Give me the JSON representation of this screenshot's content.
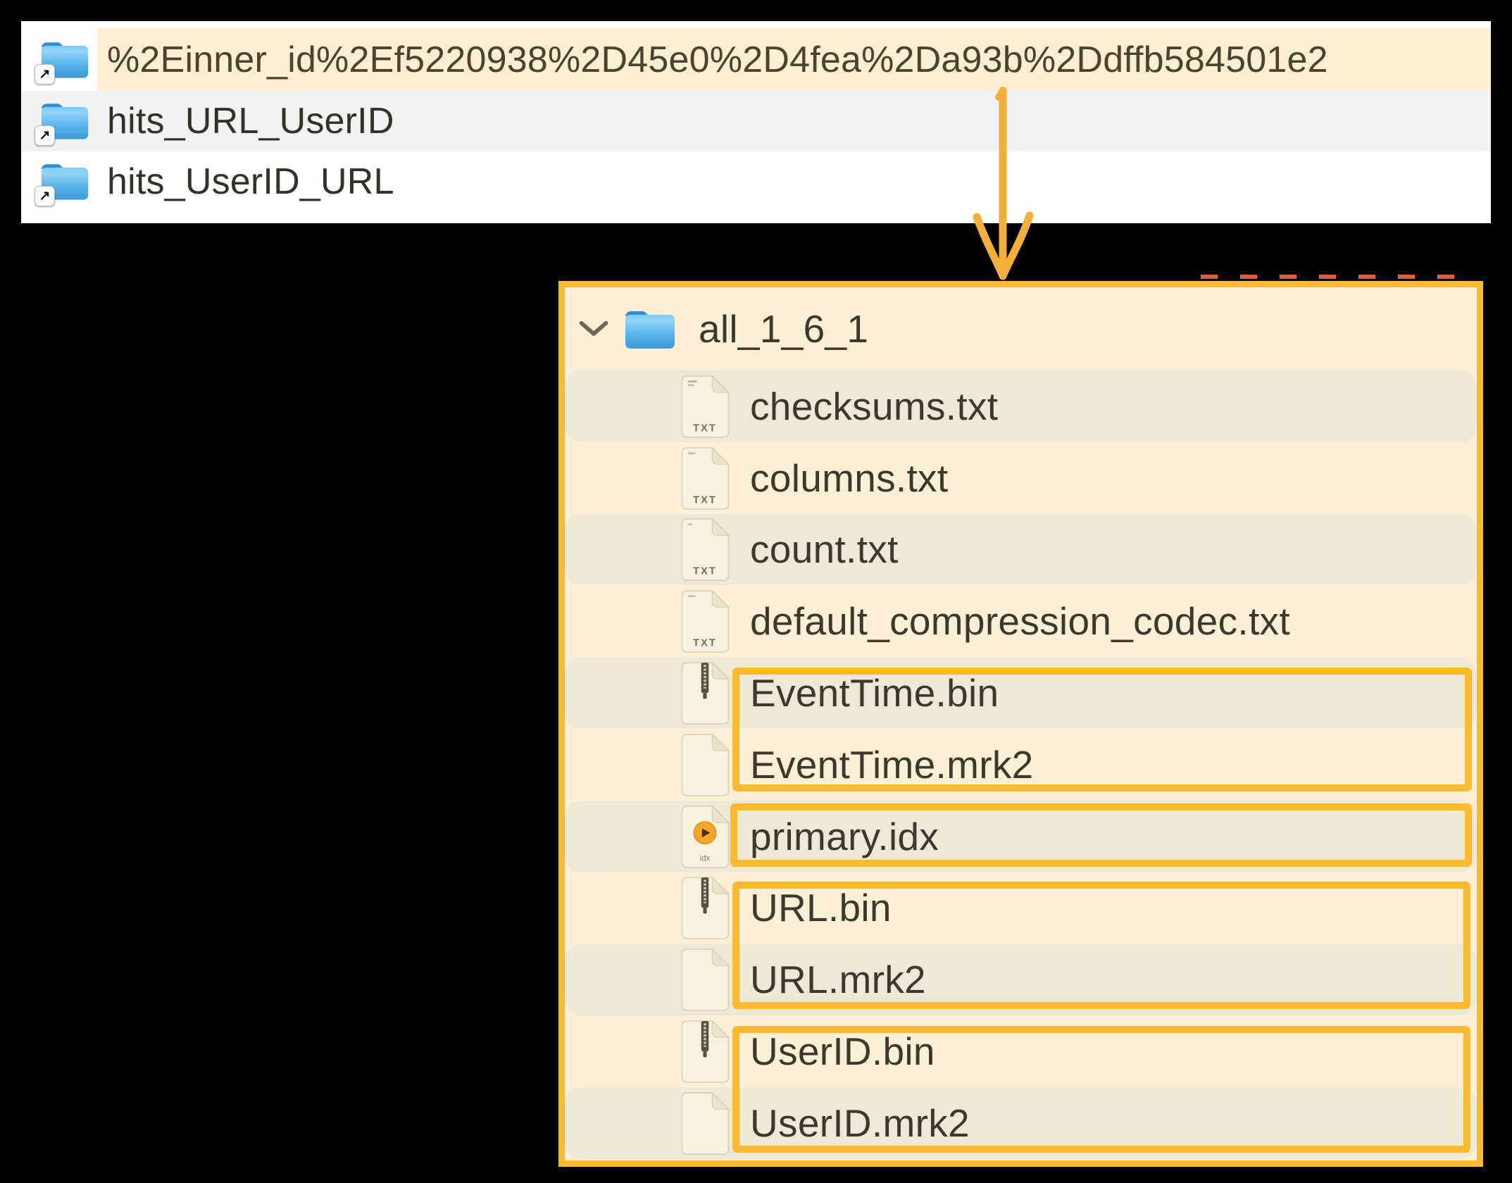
{
  "finder_list": {
    "rows": [
      {
        "name": "%2Einner_id%2Ef5220938%2D45e0%2D4fea%2Da93b%2Ddffb584501e2",
        "highlighted": true
      },
      {
        "name": "hits_URL_UserID",
        "highlighted": false
      },
      {
        "name": "hits_UserID_URL",
        "highlighted": false
      }
    ]
  },
  "part_tree": {
    "root_label": "all_1_6_1",
    "root_expanded": true,
    "files": [
      {
        "label": "checksums.txt"
      },
      {
        "label": "columns.txt"
      },
      {
        "label": "count.txt"
      },
      {
        "label": "default_compression_codec.txt"
      },
      {
        "label": "EventTime.bin"
      },
      {
        "label": "EventTime.mrk2"
      },
      {
        "label": "primary.idx"
      },
      {
        "label": "URL.bin"
      },
      {
        "label": "URL.mrk2"
      },
      {
        "label": "UserID.bin"
      },
      {
        "label": "UserID.mrk2"
      }
    ]
  },
  "icons": {
    "txt_badge": "TXT",
    "idx_badge": "idx",
    "alias_arrow_glyph": "↗"
  },
  "colors": {
    "annotation_amber": "#FBB92E",
    "row_highlight_cream": "#FBEED3",
    "panel_cream": "#FBEFD5",
    "panel_alt_row": "#EEE8D6",
    "finder_alt_row": "#F0F3F2",
    "folder_blue": "#59B2E9",
    "text_dark": "#3E382A",
    "background": "#000000"
  }
}
